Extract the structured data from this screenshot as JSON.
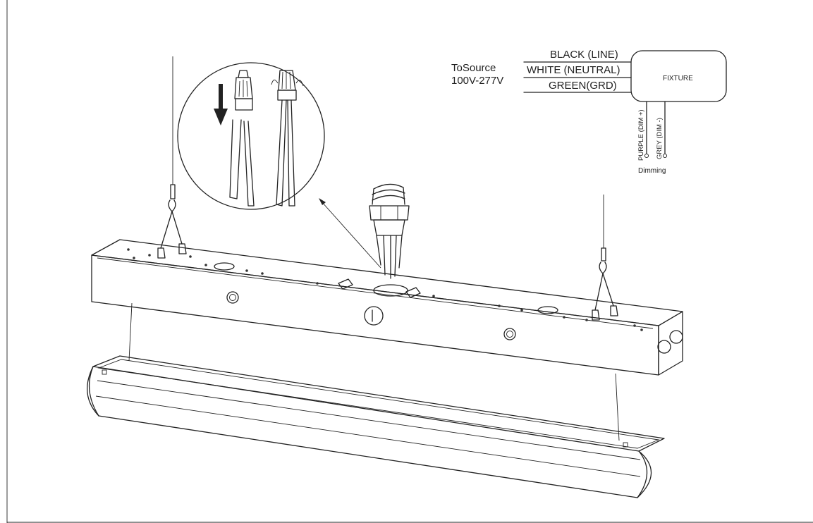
{
  "wiring": {
    "source_line1": "ToSource",
    "source_line2": "100V-277V",
    "wire_black": "BLACK (LINE)",
    "wire_white": "WHITE (NEUTRAL)",
    "wire_green": "GREEN(GRD)",
    "fixture_label": "FIXTURE",
    "dim_plus": "PURPLE (DIM +)",
    "dim_minus": "GREY (DIM -)",
    "dimming_label": "Dimming"
  },
  "colors": {
    "line": "#222222",
    "background": "#ffffff"
  }
}
